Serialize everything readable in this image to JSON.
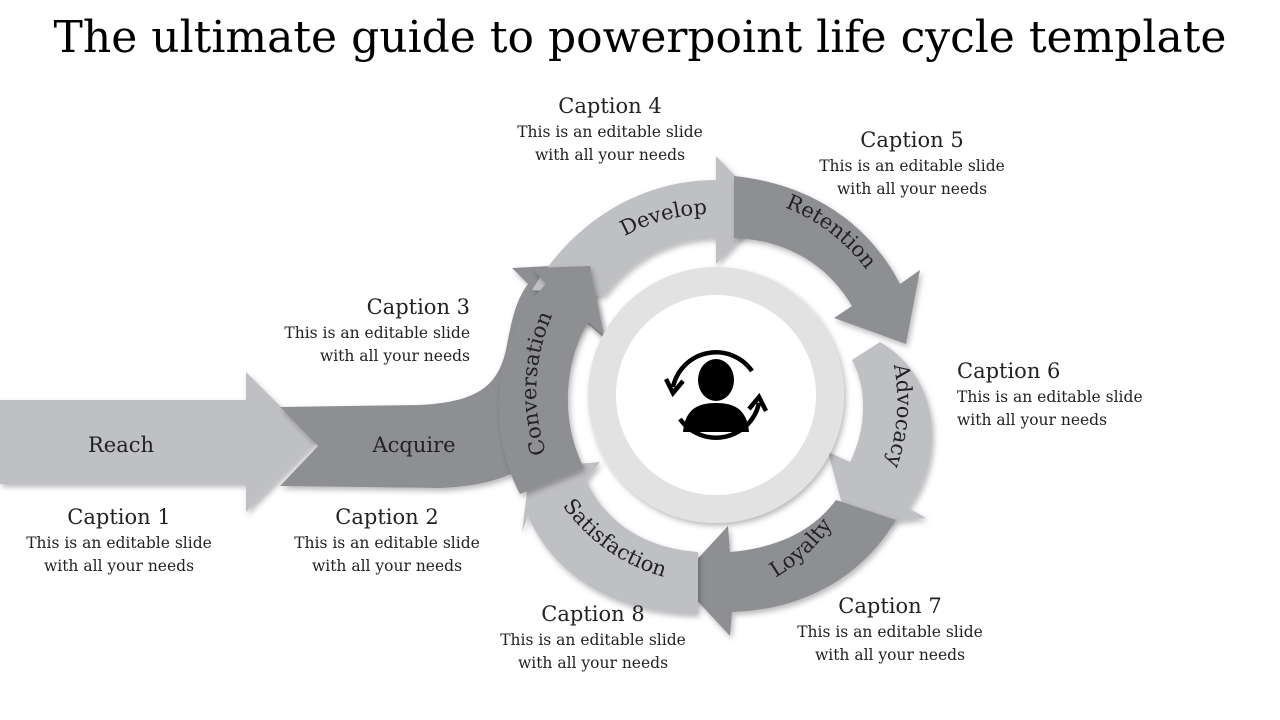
{
  "title": "The ultimate guide to powerpoint life cycle template",
  "stages": {
    "reach": "Reach",
    "acquire": "Acquire",
    "conversation": "Conversation",
    "develop": "Develop",
    "retention": "Retention",
    "advocacy": "Advocacy",
    "loyalty": "Loyalty",
    "satisfaction": "Satisfaction"
  },
  "captions": [
    {
      "title": "Caption 1",
      "line1": "This is an editable slide",
      "line2": "with all your needs"
    },
    {
      "title": "Caption 2",
      "line1": "This is an editable slide",
      "line2": "with all your needs"
    },
    {
      "title": "Caption 3",
      "line1": "This is an editable slide",
      "line2": "with all your needs"
    },
    {
      "title": "Caption 4",
      "line1": "This is an editable slide",
      "line2": "with all your needs"
    },
    {
      "title": "Caption 5",
      "line1": "This is an editable slide",
      "line2": "with all your needs"
    },
    {
      "title": "Caption 6",
      "line1": "This is an editable slide",
      "line2": "with all your needs"
    },
    {
      "title": "Caption 7",
      "line1": "This is an editable slide",
      "line2": "with all your needs"
    },
    {
      "title": "Caption 8",
      "line1": "This is an editable slide",
      "line2": "with all your needs"
    }
  ],
  "center_icon": "user-cycle-icon",
  "colors": {
    "light_gray": "#bfc0c4",
    "dark_gray": "#8e8f93",
    "ring_outer": "#e2e2e2",
    "ring_inner": "#ffffff",
    "icon": "#000000"
  }
}
